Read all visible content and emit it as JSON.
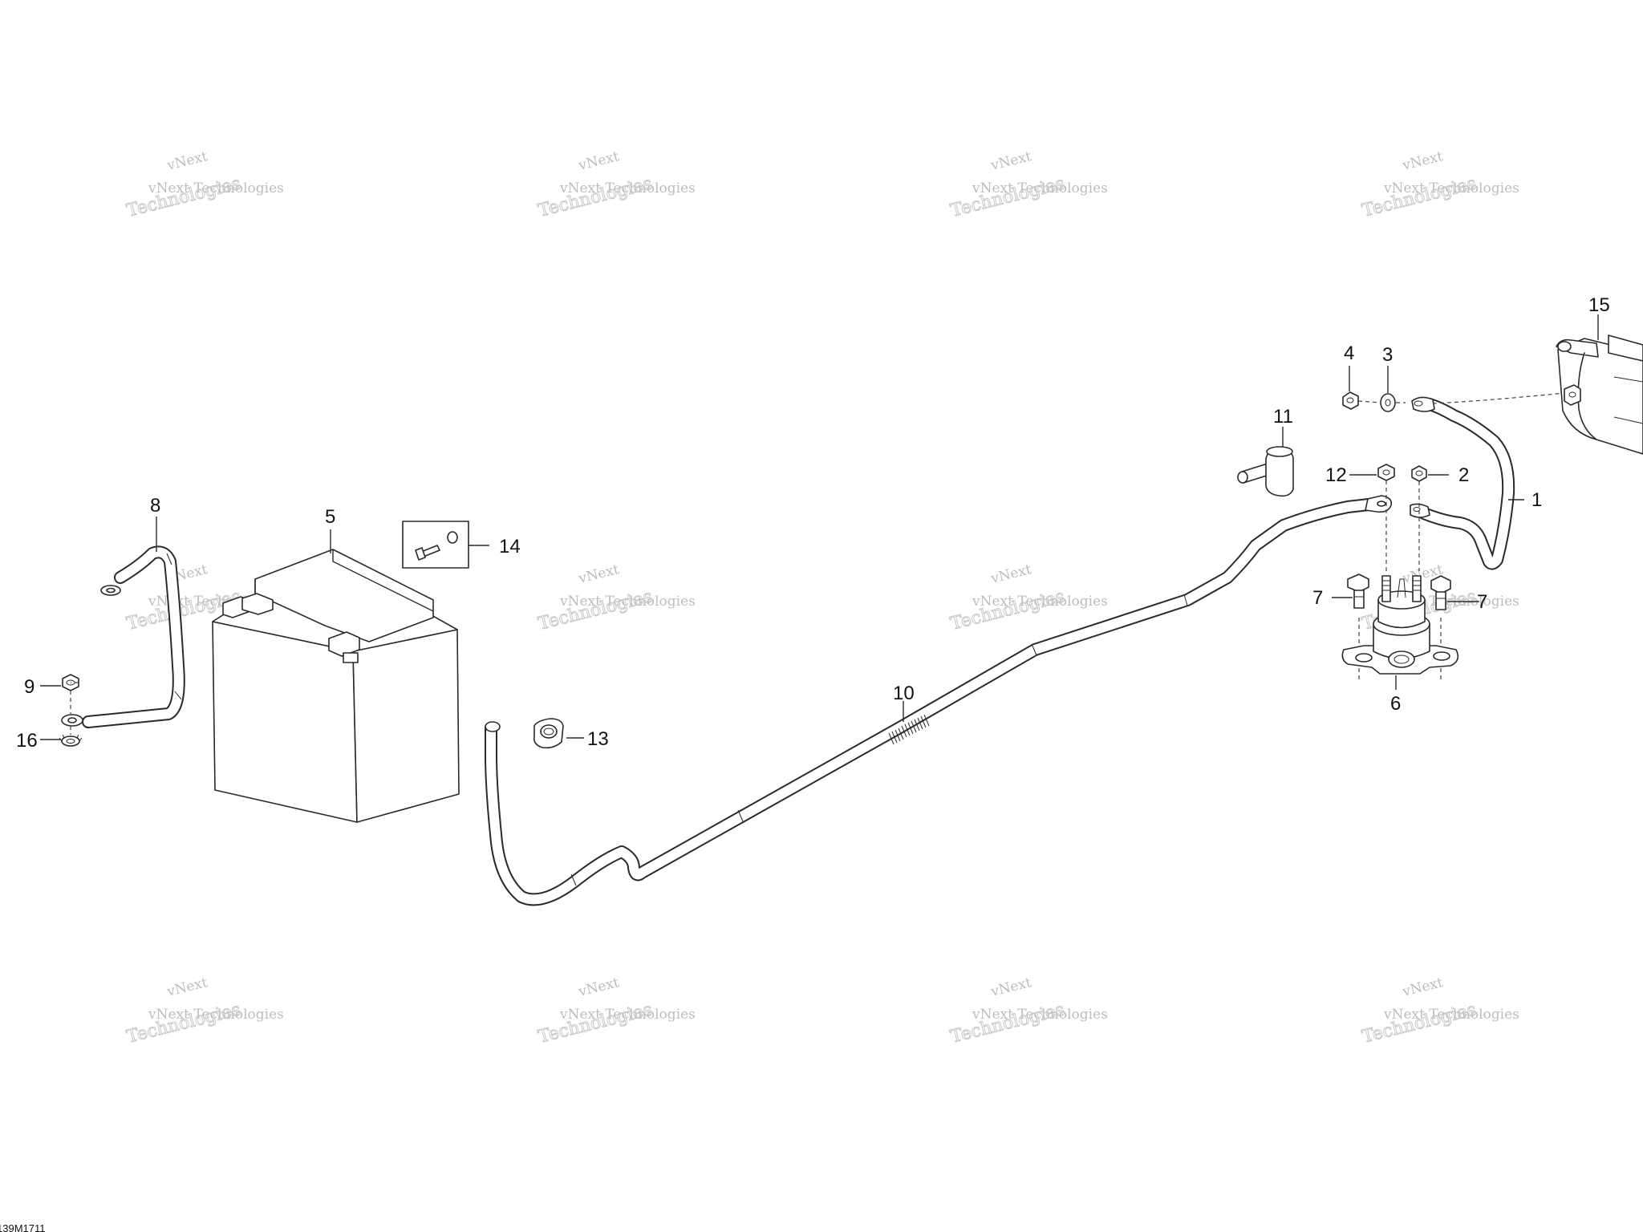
{
  "diagram": {
    "reference_code": "139M1711",
    "watermark": {
      "line1": "vNext",
      "line2": "vNext Technologies",
      "line3": "Technologies"
    },
    "callouts": [
      {
        "id": "c1",
        "text": "1"
      },
      {
        "id": "c2",
        "text": "2"
      },
      {
        "id": "c3",
        "text": "3"
      },
      {
        "id": "c4",
        "text": "4"
      },
      {
        "id": "c5",
        "text": "5"
      },
      {
        "id": "c6",
        "text": "6"
      },
      {
        "id": "c7a",
        "text": "7"
      },
      {
        "id": "c7b",
        "text": "7"
      },
      {
        "id": "c8",
        "text": "8"
      },
      {
        "id": "c9",
        "text": "9"
      },
      {
        "id": "c10",
        "text": "10"
      },
      {
        "id": "c11",
        "text": "11"
      },
      {
        "id": "c12",
        "text": "12"
      },
      {
        "id": "c13",
        "text": "13"
      },
      {
        "id": "c14",
        "text": "14"
      },
      {
        "id": "c15",
        "text": "15"
      },
      {
        "id": "c16",
        "text": "16"
      }
    ]
  }
}
